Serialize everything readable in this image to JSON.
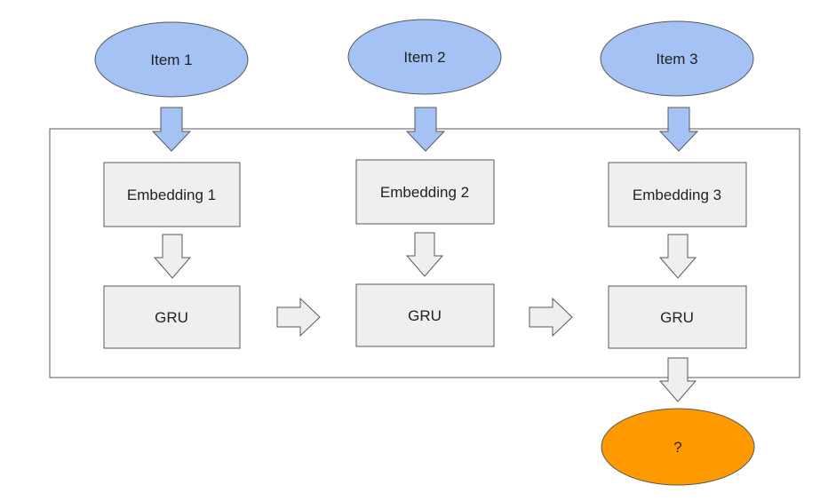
{
  "diagram": {
    "colors": {
      "item_fill": "#a4c2f4",
      "input_arrow_fill": "#a4c2f4",
      "box_fill": "#efefef",
      "gray_arrow_fill": "#efefef",
      "output_fill": "#ff9900",
      "stroke": "#595959",
      "container_stroke": "#595959"
    },
    "items": [
      {
        "label": "Item 1"
      },
      {
        "label": "Item 2"
      },
      {
        "label": "Item 3"
      }
    ],
    "embeddings": [
      {
        "label": "Embedding 1"
      },
      {
        "label": "Embedding 2"
      },
      {
        "label": "Embedding 3"
      }
    ],
    "grus": [
      {
        "label": "GRU"
      },
      {
        "label": "GRU"
      },
      {
        "label": "GRU"
      }
    ],
    "output": {
      "label": "?"
    }
  }
}
